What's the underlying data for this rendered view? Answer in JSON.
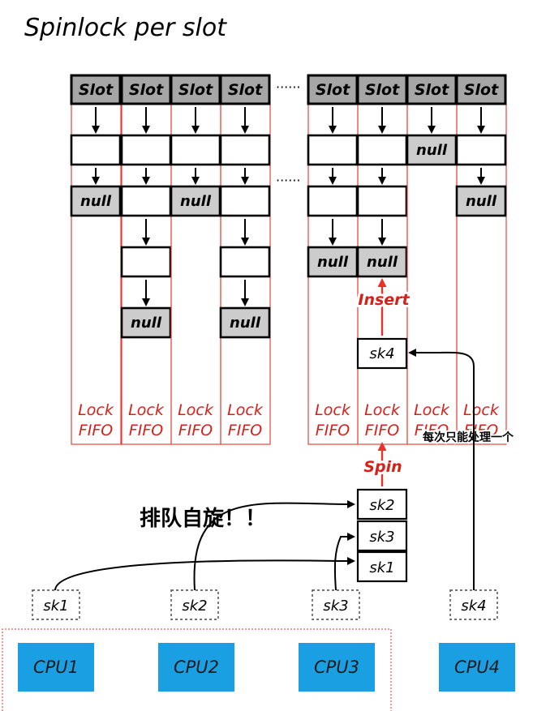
{
  "title": "Spinlock per slot",
  "slot_label": "Slot",
  "null_label": "null",
  "lock_line1": "Lock",
  "lock_line2": "FIFO",
  "ellipsis": "······",
  "insert_label": "Insert",
  "spin_label": "Spin",
  "queue_spin_note": "排队自旋！！",
  "one_at_a_time_note": "每次只能处理一个",
  "inserting_sk": "sk4",
  "queue": [
    "sk2",
    "sk3",
    "sk1"
  ],
  "sockets": [
    "sk1",
    "sk2",
    "sk3",
    "sk4"
  ],
  "cpus": [
    "CPU1",
    "CPU2",
    "CPU3",
    "CPU4"
  ],
  "colors": {
    "lock_red": "#e8332b",
    "cpu_blue": "#1aa0e2",
    "slot_gray": "#a6a6a6",
    "null_gray": "#cccccc"
  }
}
